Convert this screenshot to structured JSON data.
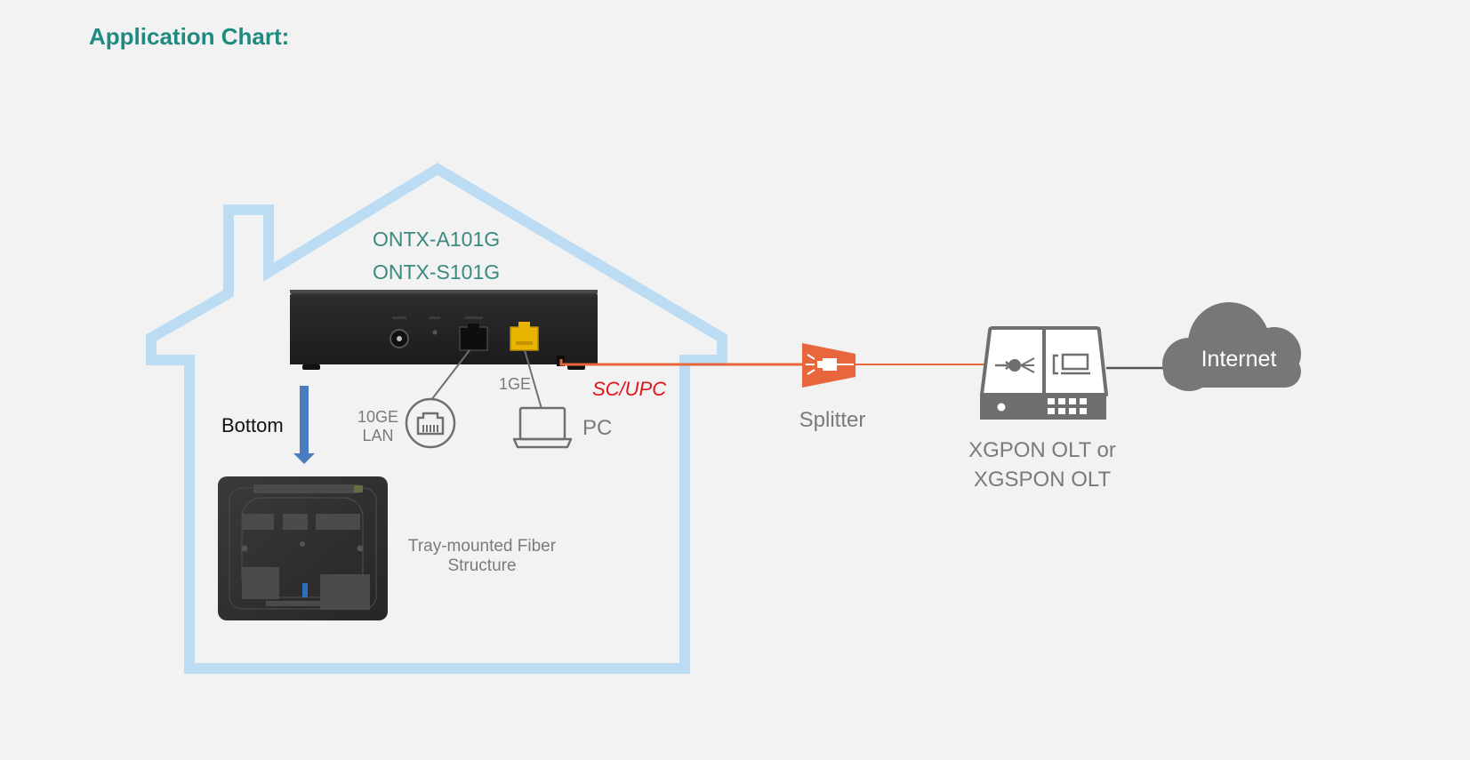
{
  "page_title": "Application Chart:",
  "models": [
    "ONTX-A101G",
    "ONTX-S101G"
  ],
  "labels": {
    "bottom": "Bottom",
    "lan_line1": "10GE",
    "lan_line2": "LAN",
    "port_1ge": "1GE",
    "pc": "PC",
    "connector": "SC/UPC",
    "splitter": "Splitter",
    "olt_line1": "XGPON OLT or",
    "olt_line2": "XGSPON OLT",
    "internet": "Internet",
    "tray_line1": "Tray-mounted Fiber",
    "tray_line2": "Structure"
  },
  "icons": {
    "house": "house-outline",
    "ont": "ont-device",
    "tray": "ont-bottom-view",
    "lan": "ethernet-port-icon",
    "pc": "laptop-icon",
    "splitter": "splitter-icon",
    "olt": "olt-icon",
    "cloud": "cloud-icon"
  },
  "colors": {
    "title": "#1f8a80",
    "model_text": "#3a8a80",
    "house_outline": "#bcdcf4",
    "fiber": "#e8663c",
    "connector_text": "#e0161b",
    "arrow": "#4a7cc0",
    "device_gray": "#6f6f6f",
    "label_gray": "#7a7a7a"
  }
}
